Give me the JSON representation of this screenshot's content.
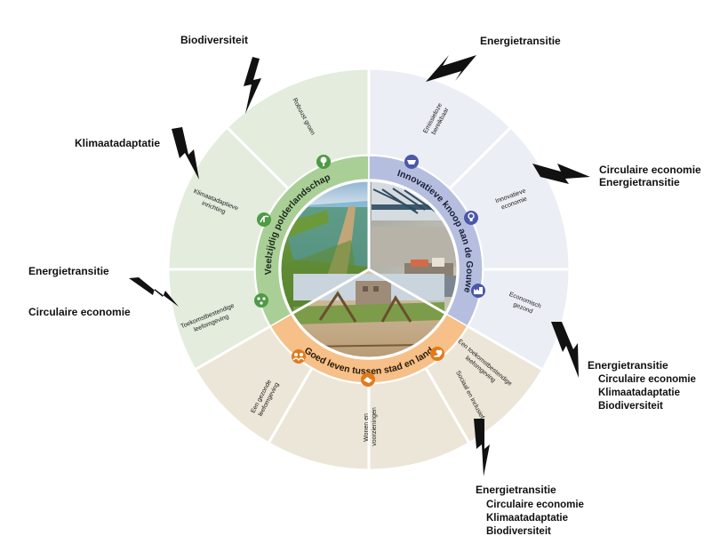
{
  "colors": {
    "green_outer": "#e3ecdd",
    "blue_outer": "#ebeef4",
    "sand_outer": "#ece6d8",
    "green_ring": "#a9cf97",
    "blue_ring": "#b6bedf",
    "orange_ring": "#f6c088",
    "icon_green": "#4e9a45",
    "icon_blue": "#4b58a8",
    "icon_orange": "#e07b1c"
  },
  "ring": {
    "green": "Veelzijdig polderlandschap",
    "blue": "Innovatieve knoop aan de Gouwe",
    "orange": "Goed leven tussen stad en land"
  },
  "segments": {
    "robuust_groen": "Robuust groen",
    "klimaatadaptieve_inrichting": [
      "Klimaatadaptieve",
      "inrichting"
    ],
    "toekomstbestendige_leefomgeving": [
      "Toekomstbestendige",
      "leefomgeving"
    ],
    "emissieloze_bereikbaar": [
      "Emissieloze",
      "bereikbaar"
    ],
    "innovatieve_economie": [
      "Innovatieve",
      "economie"
    ],
    "economisch_gezond": [
      "Economisch",
      "gezond"
    ],
    "een_gezonde_leefomgeving": [
      "Een gezonde",
      "leefomgeving"
    ],
    "wonen_en_voorzieningen": [
      "Wonen en",
      "voorzieningen"
    ],
    "sociaal_en_inclusief": "Sociaal en inclusief",
    "een_toekomstbestendige_leefomgeving": [
      "Een toekomstbestendige",
      "leefomgeving"
    ]
  },
  "labels": {
    "top_left": "Biodiversiteit",
    "top_right": "Energietransitie",
    "klimaat_left": "Klimaatadaptatie",
    "left_energie": "Energietransitie",
    "left_circulair": "Circulaire economie",
    "right_top_1": "Circulaire economie",
    "right_top_2": "Energietransitie",
    "right_mid": [
      "Energietransitie",
      "Circulaire economie",
      "Klimaatadaptatie",
      "Biodiversiteit"
    ],
    "bottom": [
      "Energietransitie",
      "Circulaire economie",
      "Klimaatadaptatie",
      "Biodiversiteit"
    ]
  },
  "icons": [
    "tree-icon",
    "plant-icon",
    "network-icon",
    "mask-icon",
    "lightbulb-icon",
    "factory-icon",
    "people-icon",
    "handshake-icon",
    "hand-heart-icon",
    "lightning-icon"
  ]
}
